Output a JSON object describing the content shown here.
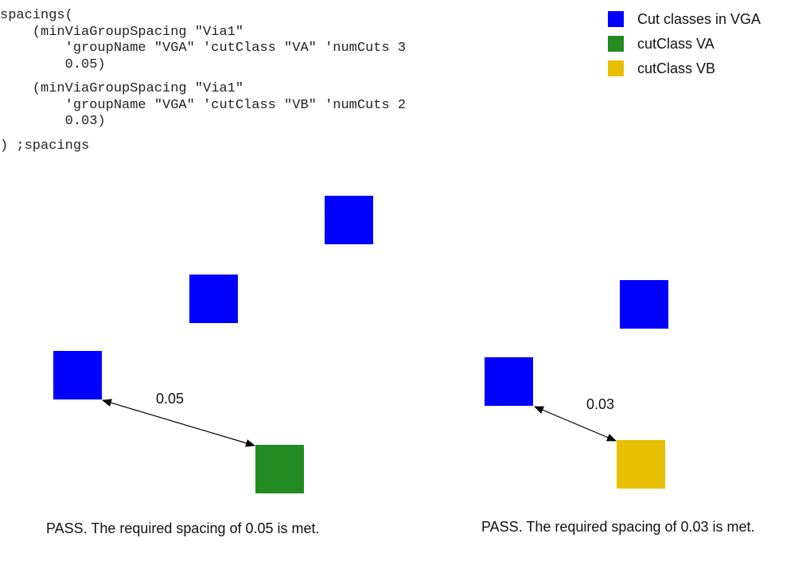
{
  "code_lines": [
    "spacings(",
    "    (minViaGroupSpacing \"Via1\"",
    "        'groupName \"VGA\" 'cutClass \"VA\" 'numCuts 3",
    "        0.05)",
    "    (minViaGroupSpacing \"Via1\"",
    "        'groupName \"VGA\" 'cutClass \"VB\" 'numCuts 2",
    "        0.03)",
    ") ;spacings"
  ],
  "legend": [
    {
      "label": "Cut classes in VGA",
      "color": "#0000ff"
    },
    {
      "label": "cutClass VA",
      "color": "#228b22"
    },
    {
      "label": "cutClass VB",
      "color": "#e6c000"
    }
  ],
  "examples": [
    {
      "spacing_label": "0.05",
      "caption": "PASS. The required spacing of 0.05 is met."
    },
    {
      "spacing_label": "0.03",
      "caption": "PASS. The required spacing of 0.03 is met."
    }
  ]
}
